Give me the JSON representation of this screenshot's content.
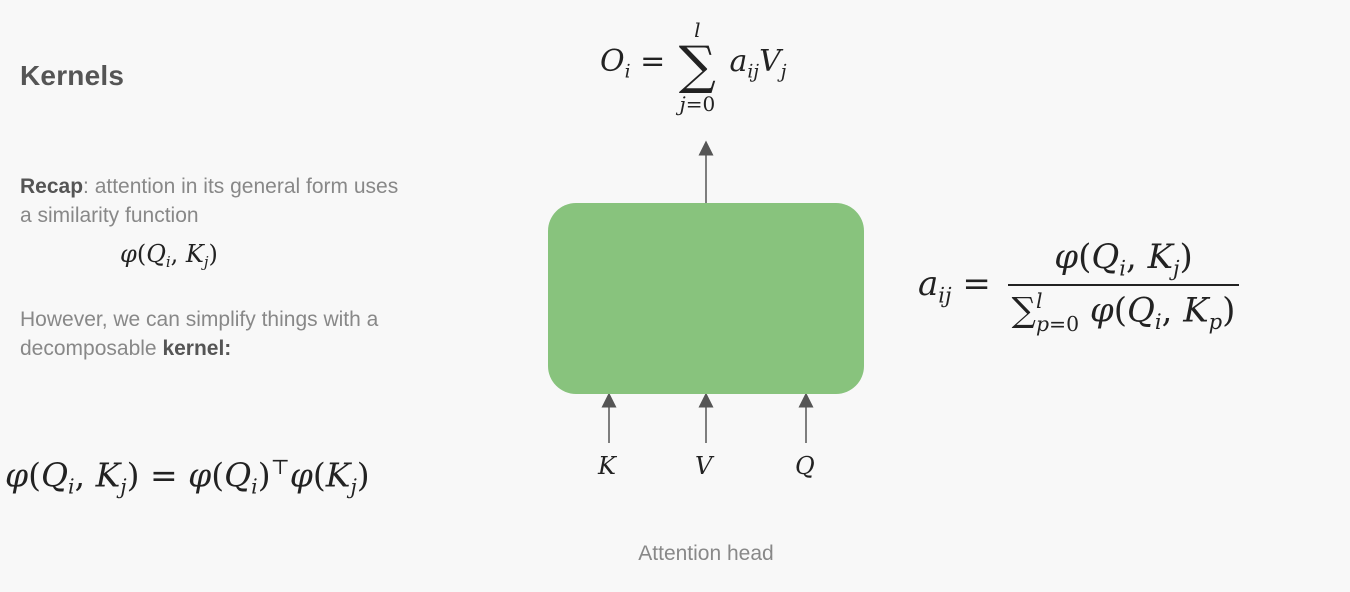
{
  "slide": {
    "title": "Kernels",
    "recap_bold": "Recap",
    "recap_text": ": attention in its general form uses a similarity function",
    "however_text": "However, we can simplify things with a decomposable ",
    "kernel_bold": "kernel:",
    "caption": "Attention head"
  },
  "diagram": {
    "inputs": [
      "K",
      "V",
      "Q"
    ],
    "box_color": "#88c37d",
    "arrow_color": "#555555"
  }
}
